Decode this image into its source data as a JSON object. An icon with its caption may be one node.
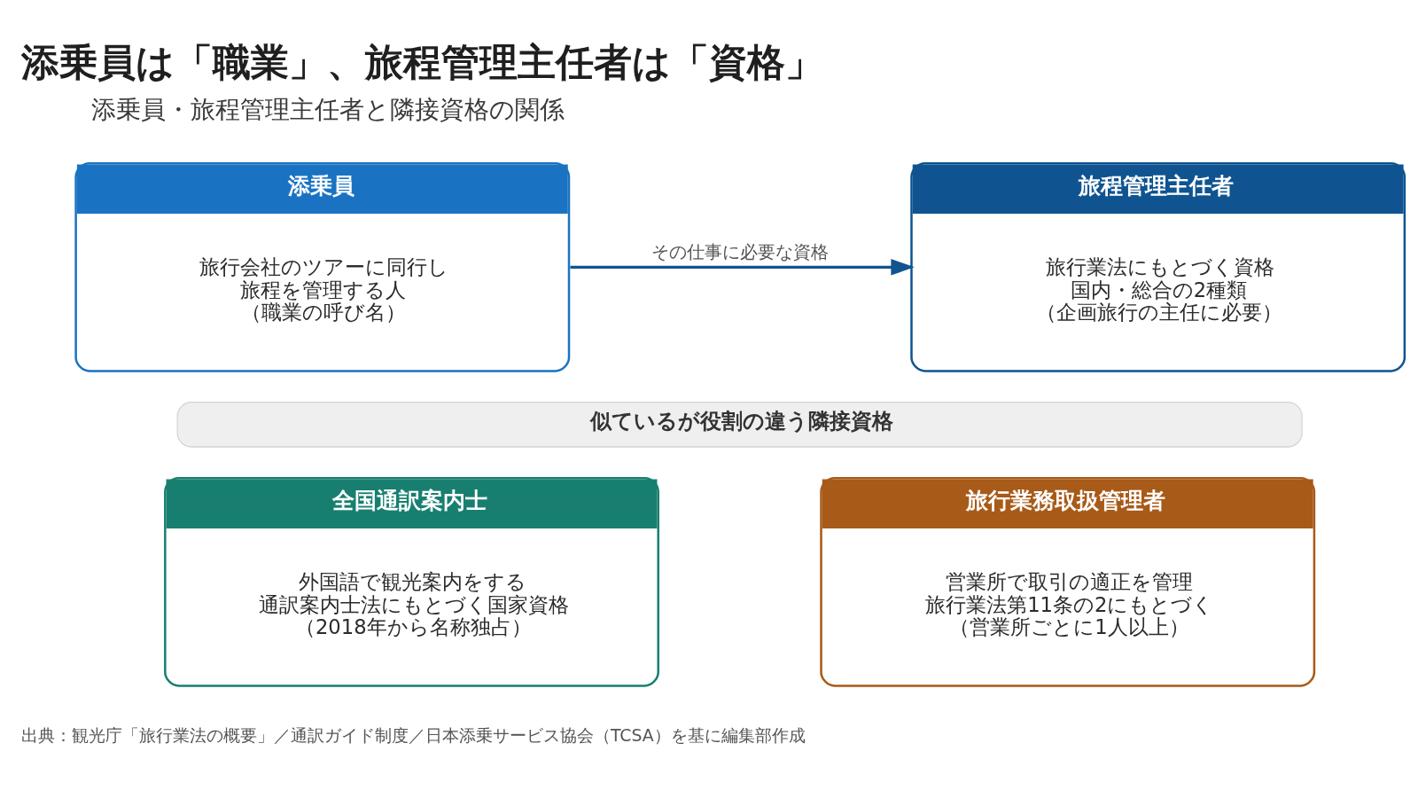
{
  "diagram": {
    "title": "添乗員は「職業」、旅程管理主任者は「資格」",
    "caption": "出典：観光庁「旅行業法の概要」／通訳ガイド制度／日本添乗サービス協会（TCSA）を基に編集部作成",
    "nodes": [
      {
        "text": [
          "添乗員",
          "旅行会社のツアーに同行し旅程を管理する人",
          "（職業の呼び名）"
        ]
      },
      {
        "text": [
          "旅程管理主任者",
          "旅行業法にもとづく資格",
          "国内・総合の2種類",
          "（企画旅行の主任に必要）"
        ]
      },
      {
        "text": [
          "似ているが役割の違う隣接資格"
        ]
      },
      {
        "text": [
          "全国通訳案内士",
          "外国語で観光案内をする",
          "通訳案内士法にもとづく国家資格",
          "（2018年から名称独占）"
        ]
      },
      {
        "text": [
          "旅行業務取扱管理者",
          "営業所で取引の適正を管理",
          "旅行業法第11条の2にもとづく",
          "（営業所ごとに1人以上）"
        ]
      }
    ],
    "edges": [
      {
        "from": 0,
        "to": 1,
        "arrow": "to",
        "label": "その仕事に必要な資格"
      }
    ],
    "labels": [
      "添乗員・旅程管理主任者と隣接資格の関係"
    ]
  }
}
